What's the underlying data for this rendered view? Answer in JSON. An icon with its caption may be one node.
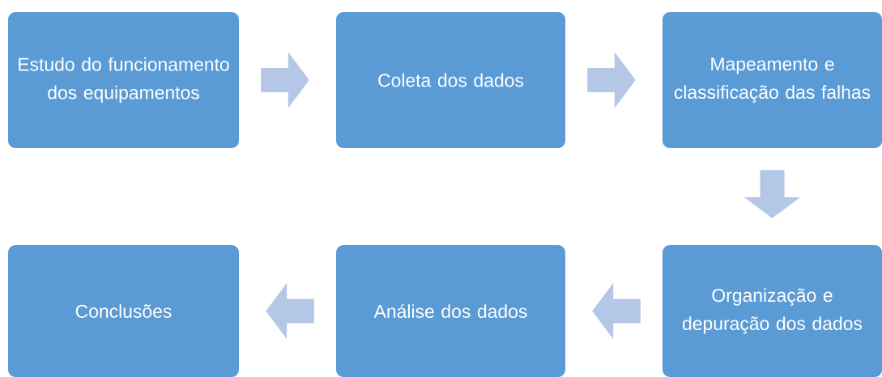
{
  "diagram": {
    "nodes": [
      {
        "text": [
          "Estudo do funcionamento dos equipamentos"
        ]
      },
      {
        "text": [
          "Coleta dos dados"
        ]
      },
      {
        "text": [
          "Mapeamento e classificação das falhas"
        ]
      },
      {
        "text": [
          "Organização e depuração dos dados"
        ]
      },
      {
        "text": [
          "Análise dos dados"
        ]
      },
      {
        "text": [
          "Conclusões"
        ]
      }
    ],
    "edges": [
      {
        "from": 0,
        "to": 1,
        "arrow": "to"
      },
      {
        "from": 1,
        "to": 2,
        "arrow": "to"
      },
      {
        "from": 2,
        "to": 3,
        "arrow": "to"
      },
      {
        "from": 3,
        "to": 4,
        "arrow": "to"
      },
      {
        "from": 4,
        "to": 5,
        "arrow": "to"
      }
    ]
  }
}
